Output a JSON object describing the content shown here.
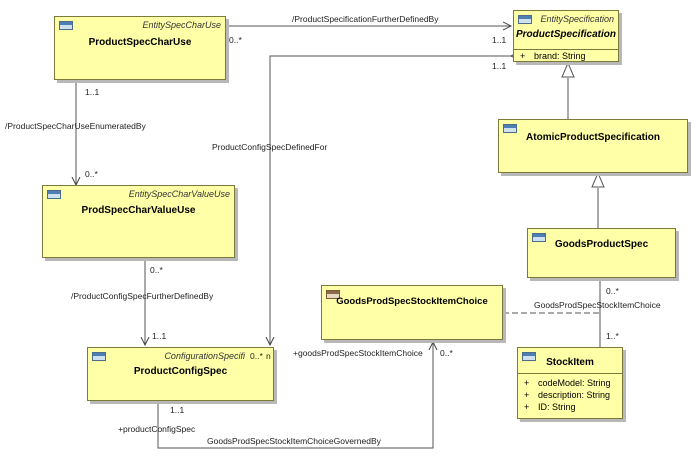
{
  "classes": {
    "product_spec_char_use": {
      "stereotype": "EntitySpecCharUse",
      "name": "ProductSpecCharUse"
    },
    "product_specification": {
      "stereotype": "EntitySpecification",
      "name": "ProductSpecification",
      "attributes": [
        {
          "visibility": "+",
          "text": "brand: String"
        }
      ]
    },
    "atomic_product_specification": {
      "name": "AtomicProductSpecification"
    },
    "prod_spec_char_value_use": {
      "stereotype": "EntitySpecCharValueUse",
      "name": "ProdSpecCharValueUse"
    },
    "goods_product_spec": {
      "name": "GoodsProductSpec"
    },
    "goods_prod_spec_stock_item_choice": {
      "name": "GoodsProdSpecStockItemChoice"
    },
    "product_config_spec": {
      "stereotype": "ConfigurationSpecifi",
      "name": "ProductConfigSpec"
    },
    "stock_item": {
      "name": "StockItem",
      "attributes": [
        {
          "visibility": "+",
          "text": "codeModel: String"
        },
        {
          "visibility": "+",
          "text": "description: String"
        },
        {
          "visibility": "+",
          "text": "ID: String"
        }
      ]
    }
  },
  "labels": {
    "further_defined_by": "/ProductSpecificationFurtherDefinedBy",
    "m_0n_a": "0..*",
    "m_11_a": "1..1",
    "m_11_b": "1..1",
    "config_spec_defined_for": "ProductConfigSpecDefinedFor",
    "m_11_c": "1..1",
    "enumerated_by": "/ProductSpecCharUseEnumeratedBy",
    "m_0n_b": "0..*",
    "m_0n_c": "0..*",
    "config_spec_further_defined_by": "/ProductConfigSpecFurtherDefinedBy",
    "m_11_d": "1..1",
    "m_0n_d": "0..*",
    "m_n": "n",
    "goods_choice_assoc": "GoodsProdSpecStockItemChoice",
    "m_0n_e": "0..*",
    "m_1n": "1..*",
    "goods_choice_role": "+goodsProdSpecStockItemChoice",
    "m_0n_f": "0..*",
    "m_11_e": "1..1",
    "config_spec_role": "+productConfigSpec",
    "choice_governed_by": "GoodsProdSpecStockItemChoiceGovernedBy"
  }
}
